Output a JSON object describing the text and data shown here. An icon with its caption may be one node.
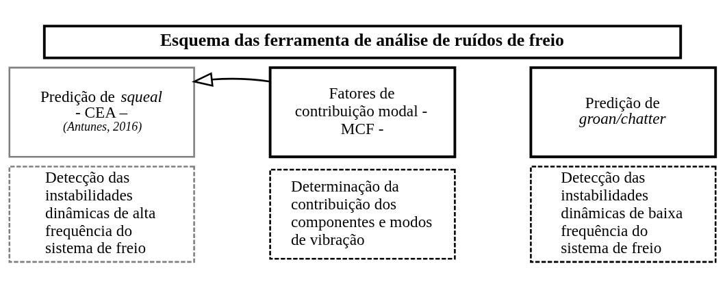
{
  "diagram": {
    "nodes": [
      {
        "text": [
          "Esquema das ferramenta de análise de ruídos de freio"
        ]
      },
      {
        "text": [
          "Predição de *squeal* - CEA –",
          "(Antunes, 2016)"
        ]
      },
      {
        "text": [
          "Fatores de contribuição modal - MCF -"
        ]
      },
      {
        "text": [
          "Predição de *groan/chatter*"
        ]
      },
      {
        "text": [
          "Detecção das instabilidades dinâmicas de alta frequência do sistema de freio"
        ]
      },
      {
        "text": [
          "Determinação da contribuição dos componentes e modos de vibração"
        ]
      },
      {
        "text": [
          "Detecção das instabilidades dinâmicas de baixa frequência do sistema de freio"
        ]
      }
    ],
    "edges": [
      {
        "from": 2,
        "to": 1,
        "arrow": "to"
      }
    ]
  }
}
